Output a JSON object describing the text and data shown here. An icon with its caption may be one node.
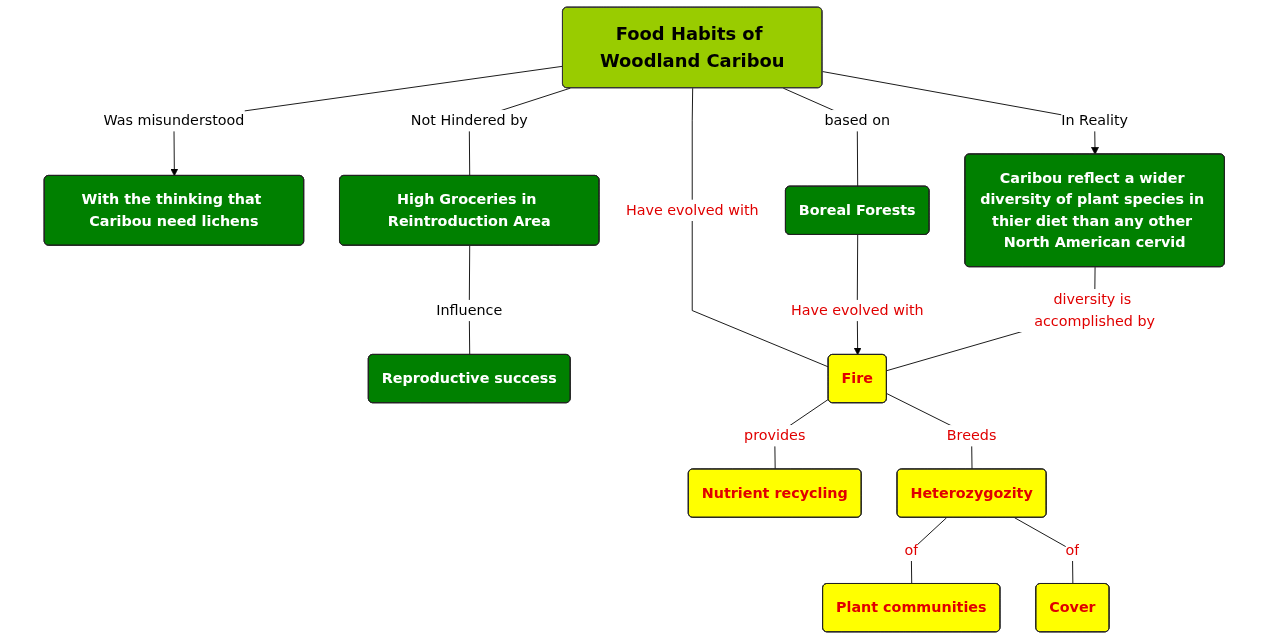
{
  "diagram": {
    "nodes": [
      {
        "text": [
          "Food Habits of Woodland Caribou"
        ]
      },
      {
        "text": [
          "With the thinking that Caribou need lichens"
        ]
      },
      {
        "text": [
          "Caribou reflect a wider diversity of plant species in thier diet than any other North American cervid"
        ]
      },
      {
        "text": [
          "High Groceries in Reintroduction Area"
        ]
      },
      {
        "text": [
          "Boreal Forests"
        ]
      },
      {
        "text": [
          "Reproductive success"
        ]
      },
      {
        "text": [
          "Fire"
        ]
      },
      {
        "text": [
          "Nutrient recycling"
        ]
      },
      {
        "text": [
          "Heterozygozity"
        ]
      },
      {
        "text": [
          "Plant communities"
        ]
      },
      {
        "text": [
          "Cover"
        ]
      }
    ],
    "edges": [
      {
        "from": 0,
        "to": 1,
        "label": "Was misunderstood",
        "arrow": "to"
      },
      {
        "from": 0,
        "to": 3,
        "label": "Not Hindered by",
        "arrow": "none"
      },
      {
        "from": 0,
        "to": 4,
        "label": "based on",
        "arrow": "none"
      },
      {
        "from": 0,
        "to": 6,
        "label": "Have evolved with",
        "arrow": "none"
      },
      {
        "from": 0,
        "to": 2,
        "label": "In Reality",
        "arrow": "to"
      },
      {
        "from": 3,
        "to": 5,
        "label": "Influence",
        "arrow": "none"
      },
      {
        "from": 4,
        "to": 6,
        "label": "Have evolved with",
        "arrow": "to"
      },
      {
        "from": 2,
        "to": 6,
        "label": "diversity is accomplished by",
        "arrow": "none"
      },
      {
        "from": 6,
        "to": 7,
        "label": "provides",
        "arrow": "none"
      },
      {
        "from": 6,
        "to": 8,
        "label": "Breeds",
        "arrow": "none"
      },
      {
        "from": 8,
        "to": 9,
        "label": "of",
        "arrow": "none"
      },
      {
        "from": 8,
        "to": 10,
        "label": "of",
        "arrow": "none"
      }
    ]
  }
}
